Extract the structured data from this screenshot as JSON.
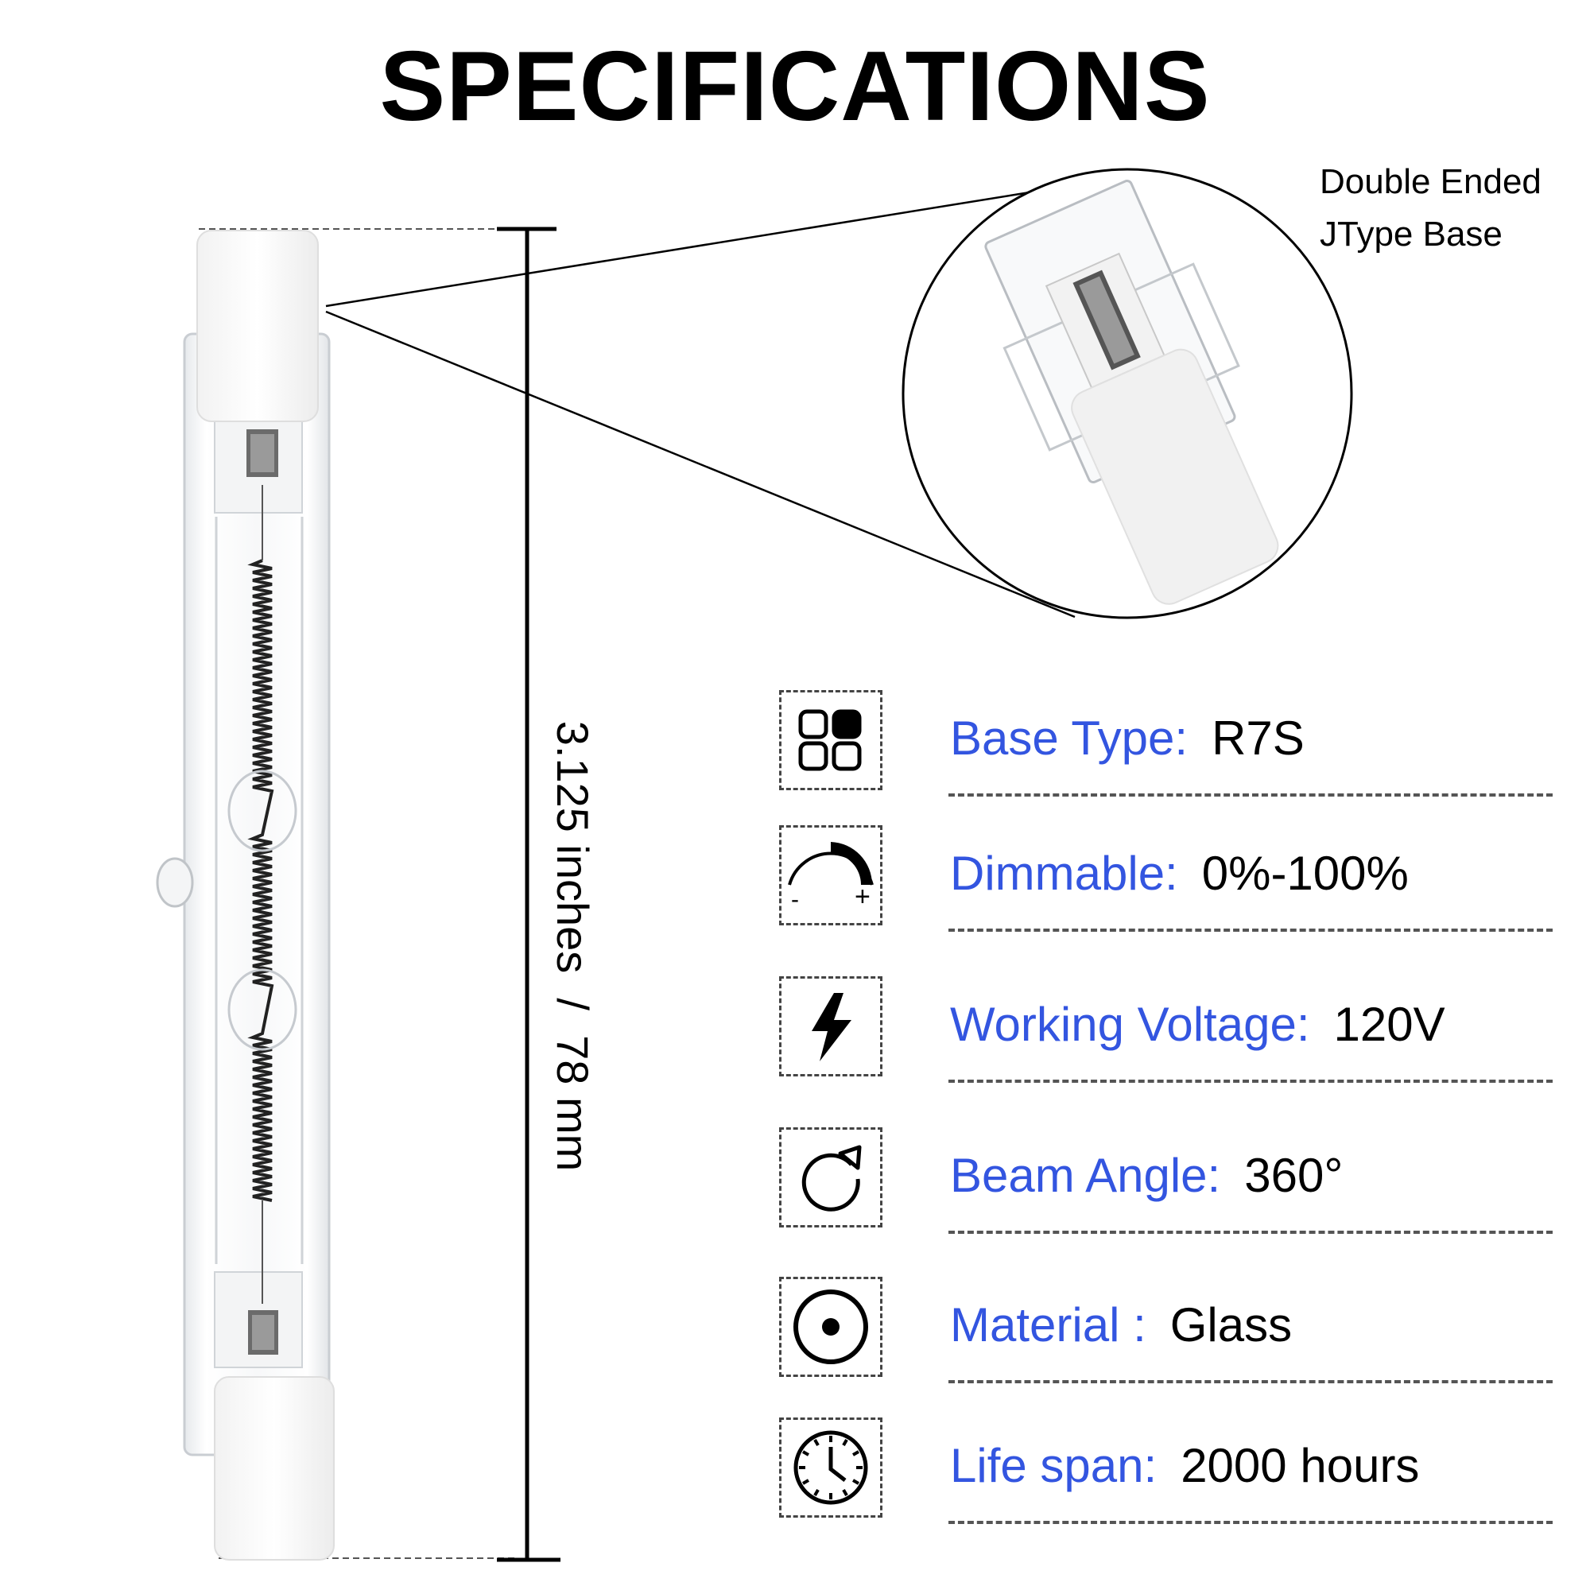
{
  "title": "SPECIFICATIONS",
  "dimension_label": "3.125 inches  /  78 mm",
  "callout": {
    "line1": "Double Ended",
    "line2": "JType Base"
  },
  "specs": [
    {
      "label": "Base Type:",
      "value": "R7S",
      "icon": "base-type-icon"
    },
    {
      "label": "Dimmable:",
      "value": "0%-100%",
      "icon": "dimmer-icon"
    },
    {
      "label": "Working Voltage:",
      "value": "120V",
      "icon": "lightning-icon"
    },
    {
      "label": "Beam Angle:",
      "value": "360°",
      "icon": "rotate-icon"
    },
    {
      "label": "Material  :",
      "value": "Glass",
      "icon": "target-icon"
    },
    {
      "label": "Life span:",
      "value": "2000 hours",
      "icon": "clock-icon"
    }
  ],
  "dimmer_icon": {
    "minus": "-",
    "plus": "+"
  },
  "colors": {
    "label": "#3355e0",
    "value": "#000000"
  }
}
